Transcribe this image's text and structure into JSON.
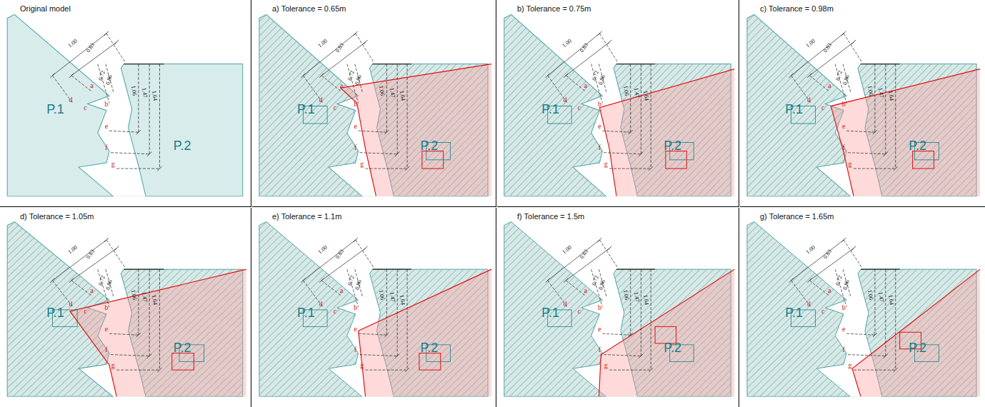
{
  "diagram": {
    "nodes": [
      {
        "text": [
          "Original model"
        ]
      },
      {
        "text": [
          "a) Tolerance = 0.65m"
        ]
      },
      {
        "text": [
          "b) Tolerance = 0.75m"
        ]
      },
      {
        "text": [
          "c) Tolerance = 0.98m"
        ]
      },
      {
        "text": [
          "d) Tolerance = 1.05m"
        ]
      },
      {
        "text": [
          "e) Tolerance = 1.1m"
        ]
      },
      {
        "text": [
          "f) Tolerance = 1.5m"
        ]
      },
      {
        "text": [
          "g) Tolerance = 1.65m"
        ]
      }
    ],
    "labels": [
      "a",
      "b",
      "c",
      "d",
      "e",
      "f",
      "g",
      "1.00",
      "0.63",
      "0.72",
      "0.86",
      "1.06",
      "1.47",
      "1.64",
      "P.1",
      "P.2",
      "a",
      "b",
      "c",
      "d",
      "e",
      "f",
      "g",
      "1.00",
      "0.63",
      "0.72",
      "0.86",
      "1.06",
      "1.47",
      "1.64",
      "P.1",
      "P.2",
      "a",
      "b",
      "c",
      "d",
      "e",
      "f",
      "g",
      "1.00",
      "0.63",
      "0.72",
      "0.86",
      "1.06",
      "1.47",
      "1.64",
      "P.1",
      "P.2",
      "a",
      "b",
      "c",
      "d",
      "e",
      "f",
      "g",
      "1.00",
      "0.63",
      "0.72",
      "0.86",
      "1.06",
      "1.47",
      "1.64",
      "P.1",
      "P.2",
      "a",
      "b",
      "c",
      "d",
      "e",
      "f",
      "g",
      "1.00",
      "0.63",
      "0.72",
      "0.86",
      "1.06",
      "1.47",
      "1.64",
      "P.1",
      "P.2",
      "a",
      "b",
      "c",
      "d",
      "e",
      "f",
      "g",
      "1.00",
      "0.63",
      "0.72",
      "0.86",
      "1.06",
      "1.47",
      "1.64",
      "P.1",
      "P.2",
      "a",
      "b",
      "c",
      "d",
      "e",
      "f",
      "g",
      "1.00",
      "0.63",
      "0.72",
      "0.86",
      "1.06",
      "1.47",
      "1.64",
      "P.1",
      "P.2",
      "a",
      "b",
      "c",
      "d",
      "e",
      "f",
      "g",
      "1.00",
      "0.63",
      "0.72",
      "0.86",
      "1.06",
      "1.47",
      "1.64",
      "P.1",
      "P.2"
    ]
  }
}
